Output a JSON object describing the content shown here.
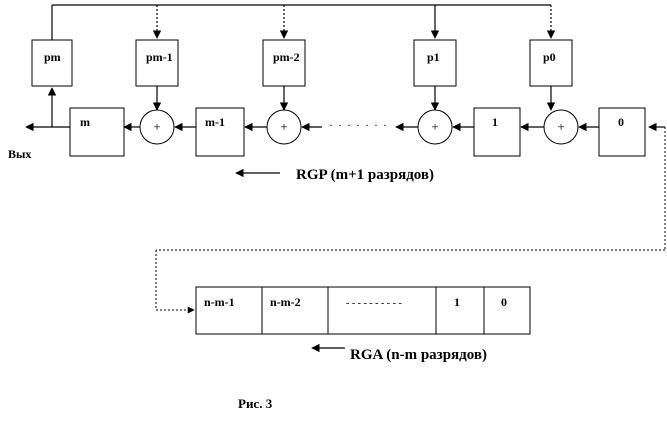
{
  "boxes": {
    "p_m": "pm",
    "p_m1": "pm-1",
    "p_m2": "pm-2",
    "p_1": "p1",
    "p_0": "p0",
    "reg_m": "m",
    "reg_m1": "m-1",
    "reg_1": "1",
    "reg_0": "0"
  },
  "adder_symbol": "+",
  "dots": "· · · · · · ·",
  "output_label": "Вых",
  "rgp_label": "RGP  (m+1  разрядов)",
  "rga": {
    "cells": [
      "n-m-1",
      "n-m-2",
      "- - - - - - - - - -",
      "1",
      "0"
    ],
    "label": "RGA  (n-m  разрядов)"
  },
  "caption": "Рис. 3"
}
